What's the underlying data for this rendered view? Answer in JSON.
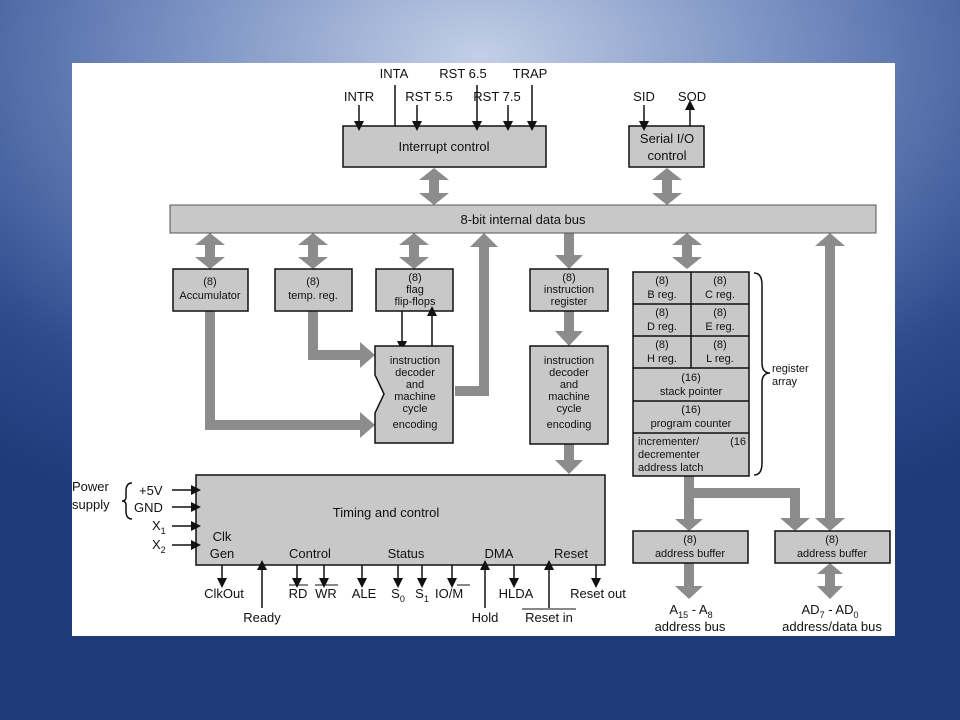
{
  "interrupts": {
    "block": "Interrupt control",
    "pins": {
      "inta": "INTA",
      "rst65": "RST 6.5",
      "trap": "TRAP",
      "intr": "INTR",
      "rst55": "RST 5.5",
      "rst75": "RST 7.5"
    }
  },
  "serial": {
    "block_line1": "Serial I/O",
    "block_line2": "control",
    "sid": "SID",
    "sod": "SOD"
  },
  "bus": {
    "label": "8-bit internal data bus"
  },
  "accumulator": {
    "size": "(8)",
    "name": "Accumulator"
  },
  "temp_reg": {
    "size": "(8)",
    "name": "temp. reg."
  },
  "flag": {
    "size": "(8)",
    "line1": "flag",
    "line2": "flip-flops"
  },
  "instruction_register": {
    "size": "(8)",
    "line1": "instruction",
    "line2": "register"
  },
  "decoder_left": {
    "lines": [
      "instruction",
      "decoder",
      "and",
      "machine",
      "cycle",
      "encoding"
    ]
  },
  "decoder_right": {
    "lines": [
      "instruction",
      "decoder",
      "and",
      "machine",
      "cycle",
      "encoding"
    ]
  },
  "register_array": {
    "label_line1": "register",
    "label_line2": "array",
    "b": {
      "size": "(8)",
      "name": "B reg."
    },
    "c": {
      "size": "(8)",
      "name": "C reg."
    },
    "d": {
      "size": "(8)",
      "name": "D reg."
    },
    "e": {
      "size": "(8)",
      "name": "E reg."
    },
    "h": {
      "size": "(8)",
      "name": "H reg."
    },
    "l": {
      "size": "(8)",
      "name": "L reg."
    },
    "sp": {
      "size": "(16)",
      "name": "stack pointer"
    },
    "pc": {
      "size": "(16)",
      "name": "program counter"
    },
    "latch": {
      "line1": "incrementer/",
      "size": "(16",
      "line2": "decrementer",
      "line3": "address latch"
    }
  },
  "timing": {
    "title": "Timing and control",
    "clk": "Clk",
    "gen": "Gen",
    "control": "Control",
    "status": "Status",
    "dma": "DMA",
    "reset": "Reset"
  },
  "power": {
    "line1": "Power",
    "line2": "supply",
    "v5": "+5V",
    "gnd": "GND",
    "x1": "X",
    "x1_sub": "1",
    "x2": "X",
    "x2_sub": "2"
  },
  "bottom_pins": {
    "clkout": "ClkOut",
    "ready": "Ready",
    "rd": "RD",
    "wr": "WR",
    "ale": "ALE",
    "s0": "S",
    "s0_sub": "0",
    "s1": "S",
    "s1_sub": "1",
    "io_m": "IO/",
    "m_bar": "M",
    "hold": "Hold",
    "hlda": "HLDA",
    "reset_in": "Reset in",
    "reset_out": "Reset out"
  },
  "address_buffer_high": {
    "size": "(8)",
    "name": "address buffer",
    "bus_a": "A",
    "bus_a_sub1": "15",
    "bus_dash": " - A",
    "bus_a_sub2": "8",
    "bus_label": "address bus"
  },
  "address_buffer_low": {
    "size": "(8)",
    "name": "address buffer",
    "bus_a": "AD",
    "bus_a_sub1": "7",
    "bus_dash": " - AD",
    "bus_a_sub2": "0",
    "bus_label": "address/data bus"
  },
  "colors": {
    "block_fill": "#c8c8c8",
    "arrow_gray": "#8c8c8c",
    "outline": "#111111",
    "background_blue": "#2c4a8c",
    "canvas": "#ffffff"
  }
}
